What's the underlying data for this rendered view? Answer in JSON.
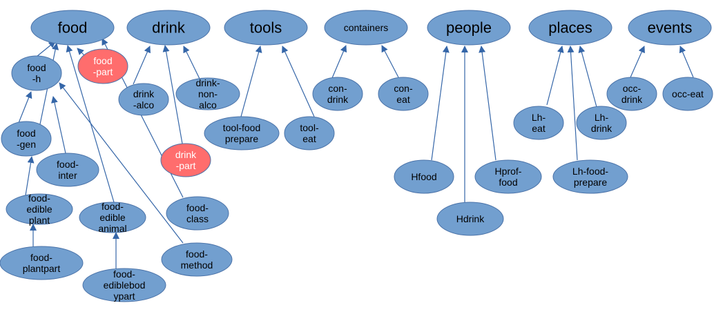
{
  "diagram": {
    "colors": {
      "node_fill": "#729fcf",
      "highlight_fill": "#ff6d6d",
      "edge": "#3566a8",
      "text": "#000000",
      "highlight_text": "#ffffff"
    },
    "nodes": [
      {
        "id": "food",
        "lines": [
          "food"
        ],
        "style": "root"
      },
      {
        "id": "drink",
        "lines": [
          "drink"
        ],
        "style": "root"
      },
      {
        "id": "tools",
        "lines": [
          "tools"
        ],
        "style": "root"
      },
      {
        "id": "containers",
        "lines": [
          "containers"
        ],
        "style": "root-small"
      },
      {
        "id": "people",
        "lines": [
          "people"
        ],
        "style": "root"
      },
      {
        "id": "places",
        "lines": [
          "places"
        ],
        "style": "root"
      },
      {
        "id": "events",
        "lines": [
          "events"
        ],
        "style": "root"
      },
      {
        "id": "food-h",
        "lines": [
          "food",
          "-h"
        ],
        "style": "normal"
      },
      {
        "id": "food-part",
        "lines": [
          "food",
          "-part"
        ],
        "style": "highlight"
      },
      {
        "id": "food-gen",
        "lines": [
          "food",
          "-gen"
        ],
        "style": "normal"
      },
      {
        "id": "food-inter",
        "lines": [
          "food-",
          "inter"
        ],
        "style": "normal"
      },
      {
        "id": "food-edible-plant",
        "lines": [
          "food-",
          "edible",
          "plant"
        ],
        "style": "normal"
      },
      {
        "id": "food-edible-animal",
        "lines": [
          "food-",
          "edible",
          "animal"
        ],
        "style": "normal"
      },
      {
        "id": "food-plantpart",
        "lines": [
          "food-",
          "plantpart"
        ],
        "style": "normal"
      },
      {
        "id": "food-ediblebodypart",
        "lines": [
          "food-",
          "ediblebod",
          "ypart"
        ],
        "style": "normal"
      },
      {
        "id": "food-class",
        "lines": [
          "food-",
          "class"
        ],
        "style": "normal"
      },
      {
        "id": "food-method",
        "lines": [
          "food-",
          "method"
        ],
        "style": "normal"
      },
      {
        "id": "drink-alco",
        "lines": [
          "drink",
          "-alco"
        ],
        "style": "normal"
      },
      {
        "id": "drink-non-alco",
        "lines": [
          "drink-",
          "non-",
          "alco"
        ],
        "style": "normal"
      },
      {
        "id": "drink-part",
        "lines": [
          "drink",
          "-part"
        ],
        "style": "highlight"
      },
      {
        "id": "tool-food-prepare",
        "lines": [
          "tool-food",
          "prepare"
        ],
        "style": "normal"
      },
      {
        "id": "tool-eat",
        "lines": [
          "tool-",
          "eat"
        ],
        "style": "normal"
      },
      {
        "id": "con-drink",
        "lines": [
          "con-",
          "drink"
        ],
        "style": "normal"
      },
      {
        "id": "con-eat",
        "lines": [
          "con-",
          "eat"
        ],
        "style": "normal"
      },
      {
        "id": "hfood",
        "lines": [
          "Hfood"
        ],
        "style": "normal"
      },
      {
        "id": "hdrink",
        "lines": [
          "Hdrink"
        ],
        "style": "normal"
      },
      {
        "id": "hprof-food",
        "lines": [
          "Hprof-",
          "food"
        ],
        "style": "normal"
      },
      {
        "id": "lh-eat",
        "lines": [
          "Lh-",
          "eat"
        ],
        "style": "normal"
      },
      {
        "id": "lh-drink",
        "lines": [
          "Lh-",
          "drink"
        ],
        "style": "normal"
      },
      {
        "id": "lh-food-prepare",
        "lines": [
          "Lh-food-",
          "prepare"
        ],
        "style": "normal"
      },
      {
        "id": "occ-drink",
        "lines": [
          "occ-",
          "drink"
        ],
        "style": "normal"
      },
      {
        "id": "occ-eat",
        "lines": [
          "occ-eat"
        ],
        "style": "normal"
      }
    ],
    "edges": [
      {
        "from": "food-h",
        "to": "food"
      },
      {
        "from": "food-gen",
        "to": "food"
      },
      {
        "from": "food-edible-animal",
        "to": "food"
      },
      {
        "from": "food-part",
        "to": "food"
      },
      {
        "from": "food-class",
        "to": "food"
      },
      {
        "from": "food-gen",
        "to": "food-h"
      },
      {
        "from": "food-inter",
        "to": "food-h"
      },
      {
        "from": "food-method",
        "to": "food-h"
      },
      {
        "from": "food-edible-plant",
        "to": "food-gen"
      },
      {
        "from": "food-plantpart",
        "to": "food-edible-plant"
      },
      {
        "from": "food-ediblebodypart",
        "to": "food-edible-animal"
      },
      {
        "from": "drink-alco",
        "to": "drink"
      },
      {
        "from": "drink-part",
        "to": "drink"
      },
      {
        "from": "drink-non-alco",
        "to": "drink"
      },
      {
        "from": "tool-food-prepare",
        "to": "tools"
      },
      {
        "from": "tool-eat",
        "to": "tools"
      },
      {
        "from": "con-drink",
        "to": "containers"
      },
      {
        "from": "con-eat",
        "to": "containers"
      },
      {
        "from": "hfood",
        "to": "people"
      },
      {
        "from": "hdrink",
        "to": "people"
      },
      {
        "from": "hprof-food",
        "to": "people"
      },
      {
        "from": "lh-eat",
        "to": "places"
      },
      {
        "from": "lh-food-prepare",
        "to": "places"
      },
      {
        "from": "lh-drink",
        "to": "places"
      },
      {
        "from": "occ-drink",
        "to": "events"
      },
      {
        "from": "occ-eat",
        "to": "events"
      }
    ]
  }
}
